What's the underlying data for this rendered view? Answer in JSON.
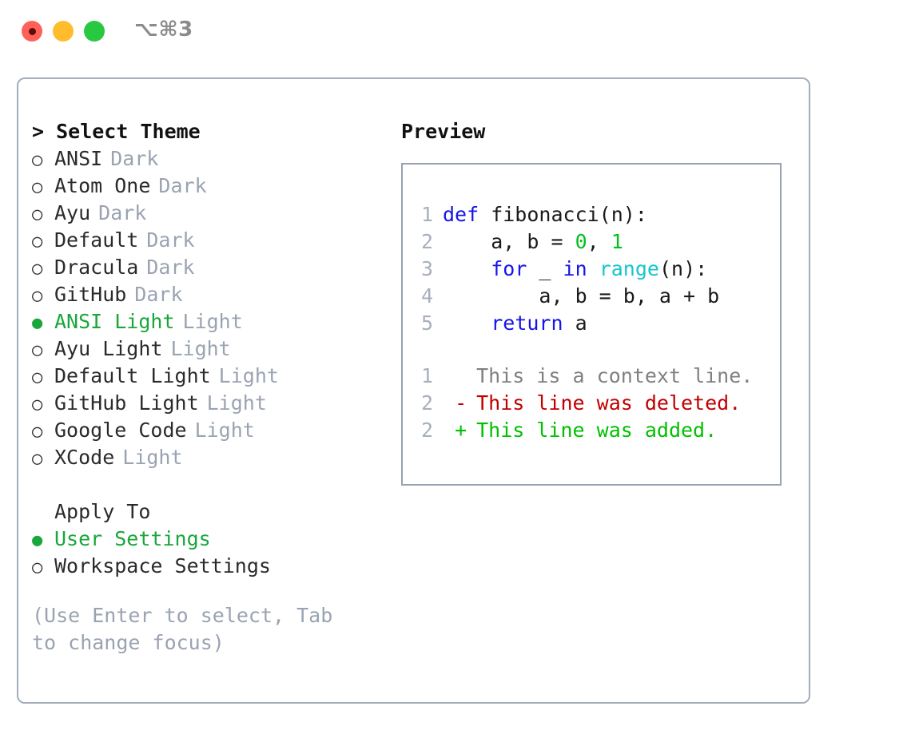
{
  "window": {
    "shortcut_label": "⌥⌘3",
    "controls": [
      {
        "name": "close-button",
        "color": "#ff6058"
      },
      {
        "name": "minimize-button",
        "color": "#ffbd2e"
      },
      {
        "name": "maximize-button",
        "color": "#28c840"
      }
    ]
  },
  "colors": {
    "accent_green": "#19a63a",
    "muted": "#9aa3b2",
    "border": "#a3adbc",
    "keyword": "#1515e8",
    "function": "#14c6ce",
    "number": "#00c020",
    "diff_add": "#00c000",
    "diff_del": "#c00000",
    "diff_ctx": "#808080"
  },
  "theme_list": {
    "header": "> Select Theme",
    "items": [
      {
        "name": "ANSI",
        "mode": "Dark",
        "selected": false
      },
      {
        "name": "Atom One",
        "mode": "Dark",
        "selected": false
      },
      {
        "name": "Ayu",
        "mode": "Dark",
        "selected": false
      },
      {
        "name": "Default",
        "mode": "Dark",
        "selected": false
      },
      {
        "name": "Dracula",
        "mode": "Dark",
        "selected": false
      },
      {
        "name": "GitHub",
        "mode": "Dark",
        "selected": false
      },
      {
        "name": "ANSI Light",
        "mode": "Light",
        "selected": true
      },
      {
        "name": "Ayu Light",
        "mode": "Light",
        "selected": false
      },
      {
        "name": "Default Light",
        "mode": "Light",
        "selected": false
      },
      {
        "name": "GitHub Light",
        "mode": "Light",
        "selected": false
      },
      {
        "name": "Google Code",
        "mode": "Light",
        "selected": false
      },
      {
        "name": "XCode",
        "mode": "Light",
        "selected": false
      }
    ]
  },
  "apply_to": {
    "title": "Apply To",
    "options": [
      {
        "label": "User Settings",
        "selected": true
      },
      {
        "label": "Workspace Settings",
        "selected": false
      }
    ]
  },
  "hint": "(Use Enter to select, Tab to change focus)",
  "preview": {
    "title": "Preview",
    "code_lines": [
      {
        "num": "1",
        "tokens": [
          {
            "t": "def",
            "c": "kw"
          },
          {
            "t": " fibonacci(n):",
            "c": "txt"
          }
        ]
      },
      {
        "num": "2",
        "tokens": [
          {
            "t": "    a, b = ",
            "c": "txt"
          },
          {
            "t": "0",
            "c": "num"
          },
          {
            "t": ", ",
            "c": "txt"
          },
          {
            "t": "1",
            "c": "num"
          }
        ]
      },
      {
        "num": "3",
        "tokens": [
          {
            "t": "    ",
            "c": "txt"
          },
          {
            "t": "for",
            "c": "kw"
          },
          {
            "t": " _ ",
            "c": "txt"
          },
          {
            "t": "in",
            "c": "kw"
          },
          {
            "t": " ",
            "c": "txt"
          },
          {
            "t": "range",
            "c": "fn"
          },
          {
            "t": "(n):",
            "c": "txt"
          }
        ]
      },
      {
        "num": "4",
        "tokens": [
          {
            "t": "        a, b = b, a + b",
            "c": "txt"
          }
        ]
      },
      {
        "num": "5",
        "tokens": [
          {
            "t": "    ",
            "c": "txt"
          },
          {
            "t": "return",
            "c": "kw"
          },
          {
            "t": " a",
            "c": "txt"
          }
        ]
      }
    ],
    "diff_lines": [
      {
        "num": "1",
        "mark": " ",
        "text": "This is a context line.",
        "kind": "ctx"
      },
      {
        "num": "2",
        "mark": "-",
        "text": "This line was deleted.",
        "kind": "del"
      },
      {
        "num": "2",
        "mark": "+",
        "text": "This line was added.",
        "kind": "add"
      }
    ]
  }
}
